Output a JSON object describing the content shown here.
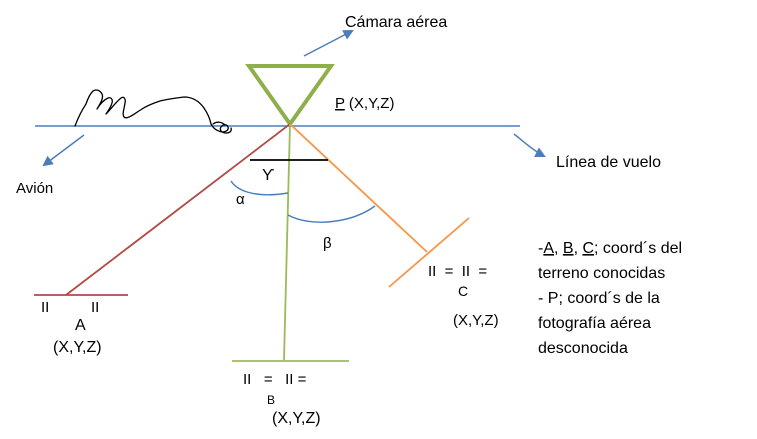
{
  "labels": {
    "camera": "Cámara aérea",
    "point_p_letter": "P",
    "point_p_coords": " (X,Y,Z)",
    "airplane": "Avión",
    "flight_line": "Línea de vuelo",
    "gamma": "ϒ",
    "alpha": "α",
    "beta": "β"
  },
  "targets": {
    "a": {
      "marks": "II          II",
      "letter": "A",
      "coords": "(X,Y,Z)"
    },
    "b": {
      "marks": "II   =   II =",
      "letter": "B",
      "coords": "(X,Y,Z)"
    },
    "c": {
      "marks": "II  =  II  =",
      "letter": "C",
      "coords": "(X,Y,Z)"
    }
  },
  "legend": {
    "line1_prefix": "-",
    "line1_a": "A",
    "line1_sep1": ", ",
    "line1_b": "B",
    "line1_sep2": ", ",
    "line1_c": "C;",
    "line1_rest": " coord´s del",
    "line2": "terreno conocidas",
    "line3": "- P; coord´s de la",
    "line4": "fotografía aérea",
    "line5": "desconocida"
  },
  "colors": {
    "flight_line": "#4a7ebb",
    "camera": "#8db04a",
    "ray_a": "#b24a45",
    "ray_b": "#9bbb59",
    "ray_c": "#f79646",
    "arc": "#4a7ebb"
  }
}
